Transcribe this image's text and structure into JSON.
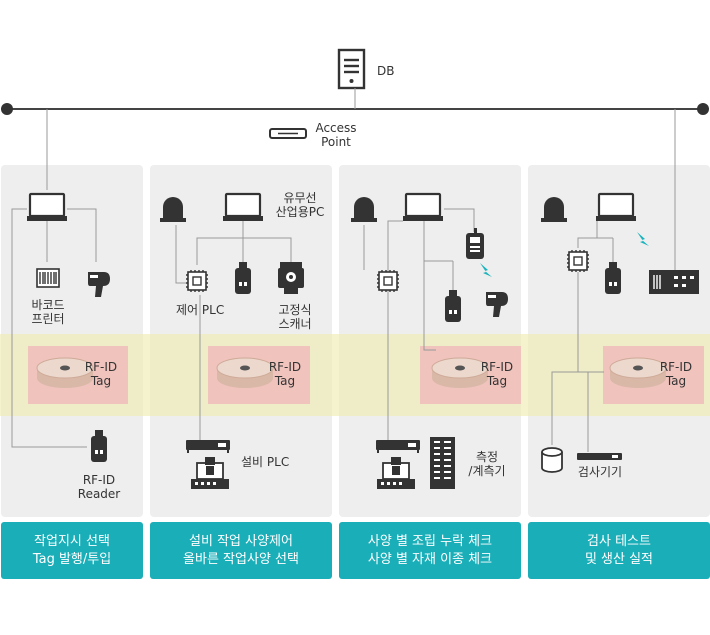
{
  "network": {
    "db_label": "DB",
    "ap_line1": "Access",
    "ap_line2": "Point"
  },
  "panels": [
    {
      "devices": {
        "printer_line1": "바코드",
        "printer_line2": "프린터",
        "reader_line1": "RF-ID",
        "reader_line2": "Reader"
      },
      "tag_line1": "RF-ID",
      "tag_line2": "Tag",
      "caption_line1": "작업지시 선택",
      "caption_line2": "Tag 발행/투입"
    },
    {
      "devices": {
        "pc_line1": "유무선",
        "pc_line2": "산업용PC",
        "plc": "제어 PLC",
        "scanner_line1": "고정식",
        "scanner_line2": "스캐너",
        "equip_plc": "설비 PLC"
      },
      "tag_line1": "RF-ID",
      "tag_line2": "Tag",
      "caption_line1": "설비 작업 사양제어",
      "caption_line2": "올바른 작업사양 선택"
    },
    {
      "devices": {
        "meter_line1": "측정",
        "meter_line2": "/계측기"
      },
      "tag_line1": "RF-ID",
      "tag_line2": "Tag",
      "caption_line1": "사양 별 조립 누락 체크",
      "caption_line2": "사양 별 자재 이종 체크"
    },
    {
      "devices": {
        "tester": "검사기기"
      },
      "tag_line1": "RF-ID",
      "tag_line2": "Tag",
      "caption_line1": "검사 테스트",
      "caption_line2": "및 생산 실적"
    }
  ],
  "colors": {
    "caption_bg": "#1aaeb8",
    "tag_box": "#f3c6c0",
    "band": "#f3f1cf",
    "panel": "#eeeeee",
    "icon": "#333333",
    "wireless": "#1ab3bd"
  }
}
